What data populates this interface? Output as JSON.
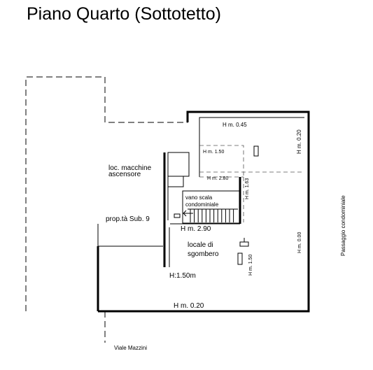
{
  "title": "Piano Quarto (Sottotetto)",
  "labels": {
    "lift_room_line1": "loc. macchine",
    "lift_room_line2": "ascensore",
    "stair_line1": "vano scala",
    "stair_line2": "condominiale",
    "neighbor_property": "prop.tà Sub. 9",
    "storage_line1": "locale di",
    "storage_line2": "sgombero",
    "side_passage": "Passaggio condominiale",
    "street": "Viale Mazzini"
  },
  "heights": {
    "h_045": "H m. 0.45",
    "h_020_right": "H m. 0.20",
    "h_150_inner": "H m. 1.50",
    "h_280": "H m. 2.80",
    "h_163": "H m. 1.63",
    "h_290": "H m. 2.90",
    "h_000": "H m. 0.00",
    "h_150_vertical": "H m. 1.50",
    "h_150m": "H:1.50m",
    "h_020_bottom": "H m. 0.20"
  }
}
